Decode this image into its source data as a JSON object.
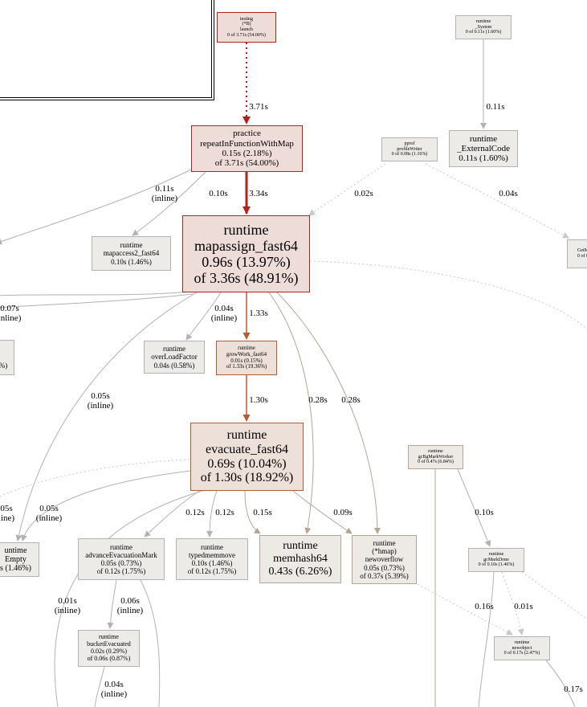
{
  "nodes": {
    "testing_launch": {
      "lines": [
        "testing",
        "(*B)",
        "launch",
        "0 of 3.71s (54.00%)"
      ]
    },
    "runtime_system": {
      "lines": [
        "runtime",
        "_System",
        "0 of 0.11s (1.60%)"
      ]
    },
    "repeat_in_function": {
      "lines": [
        "practice",
        "repeatInFunctionWithMap",
        "0.15s (2.18%)",
        "of 3.71s (54.00%)"
      ]
    },
    "pprof_writer": {
      "lines": [
        "pprof",
        "profileWriter",
        "0 of 0.08s (1.16%)"
      ]
    },
    "external_code": {
      "lines": [
        "runtime",
        "_ExternalCode",
        "0.11s (1.60%)"
      ]
    },
    "getm_partial": {
      "lines": [
        "GetM",
        "0 of 0"
      ]
    },
    "mapaccess2": {
      "lines": [
        "runtime",
        "mapaccess2_fast64",
        "0.10s (1.46%)"
      ]
    },
    "mapassign": {
      "lines": [
        "runtime",
        "mapassign_fast64",
        "0.96s (13.97%)",
        "of 3.36s (48.91%)"
      ]
    },
    "left_partial": {
      "lines": [
        "%)"
      ]
    },
    "overload_factor": {
      "lines": [
        "runtime",
        "overLoadFactor",
        "0.04s (0.58%)"
      ]
    },
    "growwork": {
      "lines": [
        "runtime",
        "growWork_fast64",
        "0.01s (0.15%)",
        "of 1.33s (19.36%)"
      ]
    },
    "evacuate": {
      "lines": [
        "runtime",
        "evacuate_fast64",
        "0.69s (10.04%)",
        "of 1.30s (18.92%)"
      ]
    },
    "gc_bg_mark": {
      "lines": [
        "runtime",
        "gcBgMarkWorker",
        "0 of 0.47s (6.84%)"
      ]
    },
    "empty_partial": {
      "lines": [
        "untime",
        "Empty",
        "s (1.46%)"
      ]
    },
    "advance_evac": {
      "lines": [
        "runtime",
        "advanceEvacuationMark",
        "0.05s (0.73%)",
        "of 0.12s (1.75%)"
      ]
    },
    "typedmemmove": {
      "lines": [
        "runtime",
        "typedmemmove",
        "0.10s (1.46%)",
        "of 0.12s (1.75%)"
      ]
    },
    "memhash": {
      "lines": [
        "runtime",
        "memhash64",
        "0.43s (6.26%)"
      ]
    },
    "newoverflow": {
      "lines": [
        "runtime",
        "(*hmap)",
        "newoverflow",
        "0.05s (0.73%)",
        "of 0.37s (5.39%)"
      ]
    },
    "gc_mark_done": {
      "lines": [
        "runtime",
        "gcMarkDone",
        "0 of 0.10s (1.46%)"
      ]
    },
    "bucket_evacuated": {
      "lines": [
        "runtime",
        "bucketEvacuated",
        "0.02s (0.29%)",
        "of 0.06s (0.87%)"
      ]
    },
    "newobject": {
      "lines": [
        "runtime",
        "newobject",
        "0 of 0.17s (2.47%)"
      ]
    }
  },
  "edges": {
    "launch_repeat": "3.71s",
    "system_external": "0.11s",
    "repeat_left": "0.11s\n(inline)",
    "repeat_mapaccess": "0.10s",
    "repeat_mapassign": "3.34s",
    "pprof_mapassign": "0.02s",
    "pprof_getm": "0.04s",
    "mapassign_left": "0.07s\ninline)",
    "mapassign_overload": "0.04s\n(inline)",
    "mapassign_growwork": "1.33s",
    "mapassign_empty": "0.05s\n(inline)",
    "mapassign_memhash": "0.28s",
    "mapassign_newoverflow": "0.28s",
    "growwork_evacuate": "1.30s",
    "left_empty": "05s\nline)",
    "evacuate_empty": "0.05s\n(inline)",
    "evacuate_advance": "0.12s",
    "evacuate_typedmemmove": "0.12s",
    "evacuate_memhash": "0.15s",
    "evacuate_newoverflow": "0.09s",
    "gcbg_gcmarkdone": "0.10s",
    "evac_down_left": "0.01s\n(inline)",
    "advance_bucket": "0.06s\n(inline)",
    "gcmarkdone_down": "0.16s",
    "gcmarkdone_newobject": "0.01s",
    "bucket_down": "0.04s\n(inline)",
    "newobject_down": "0.17s"
  }
}
